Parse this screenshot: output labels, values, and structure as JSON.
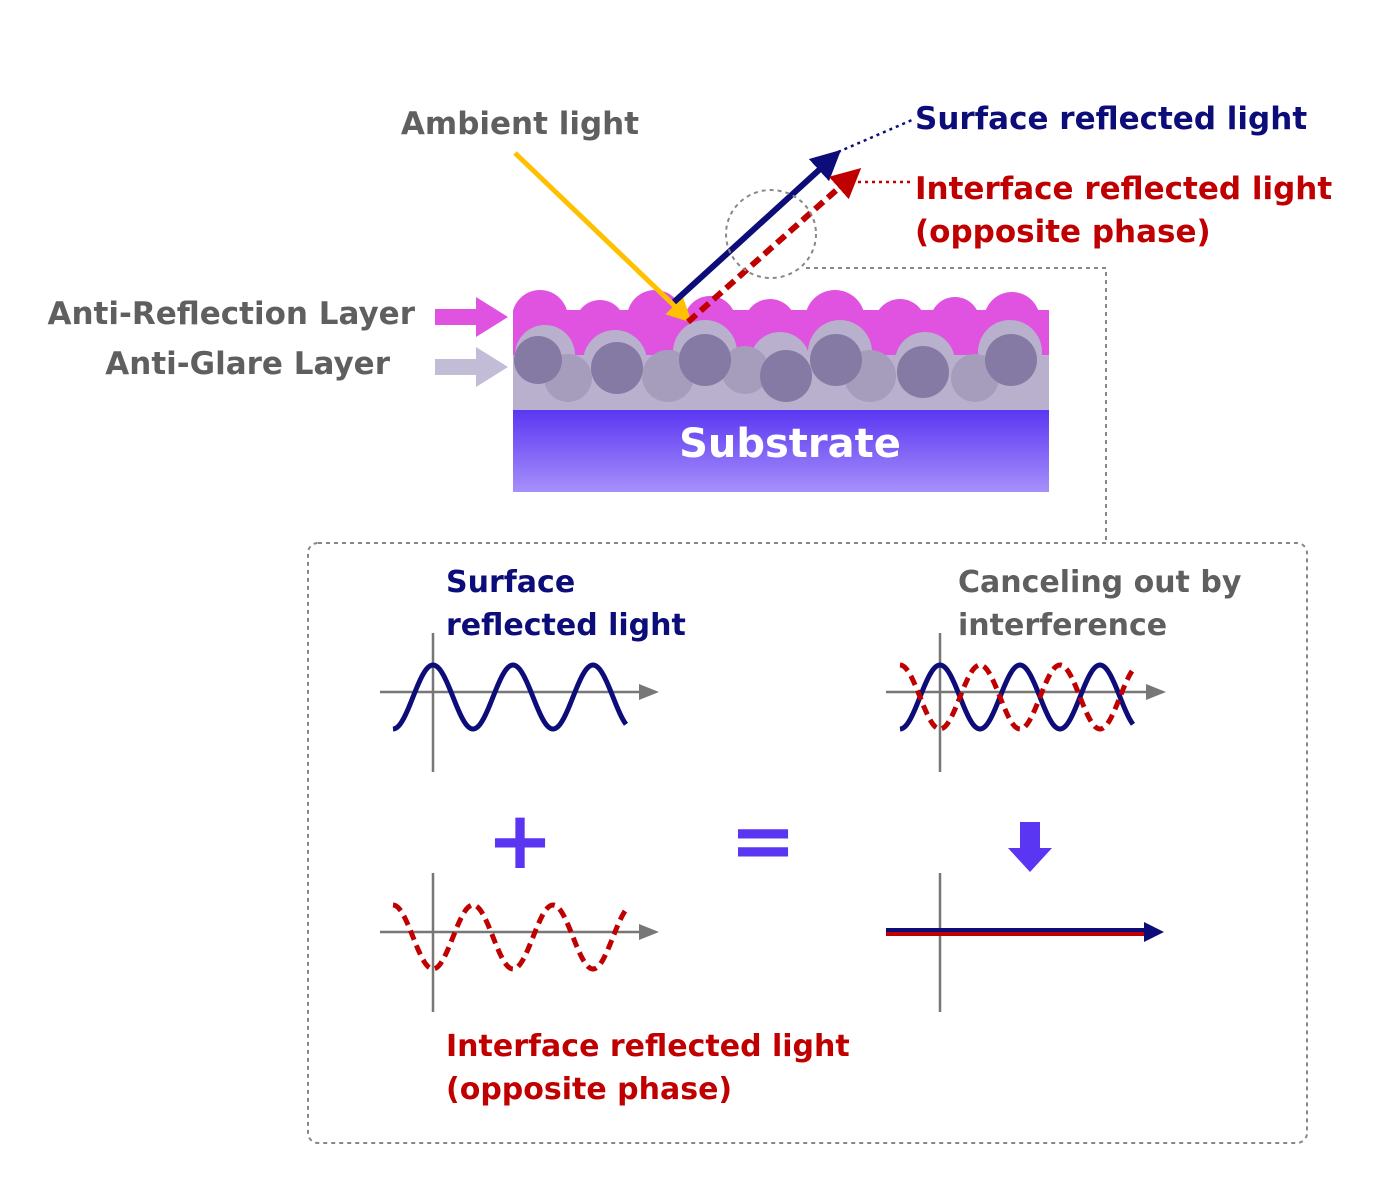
{
  "labels": {
    "ambient": "Ambient light",
    "surface_top": "Surface reflected light",
    "interface_top_1": "Interface reflected light",
    "interface_top_2": "(opposite phase)",
    "ar_layer": "Anti-Reflection Layer",
    "ag_layer": "Anti-Glare Layer",
    "substrate": "Substrate",
    "surface_detail_1": "Surface",
    "surface_detail_2": "reflected light",
    "cancel_1": "Canceling out by",
    "cancel_2": "interference",
    "interface_detail_1": "Interface reflected light",
    "interface_detail_2": "(opposite phase)",
    "plus": "+",
    "equals": "="
  },
  "colors": {
    "gray_text": "#5f5f5f",
    "navy": "#0d0d7a",
    "red": "#c00000",
    "ambient": "#ffc000",
    "ar_layer": "#e052e0",
    "ag_layer": "#b8b0cc",
    "particle_dark": "#857aa3",
    "particle_light": "#a59dbb",
    "substrate_top": "#5b36f2",
    "substrate_bottom": "#a690fa",
    "violet": "#5b36f2",
    "axis": "#777777",
    "dotted": "#888888"
  }
}
